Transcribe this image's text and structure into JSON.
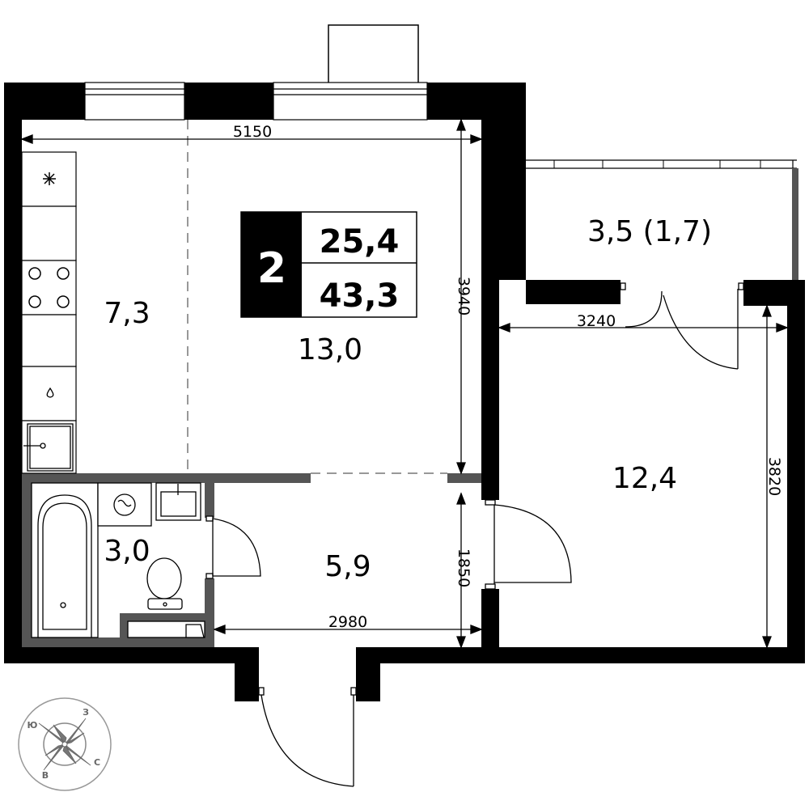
{
  "badge": {
    "rooms": "2",
    "living_area": "25,4",
    "total_area": "43,3"
  },
  "rooms": {
    "kitchen": "7,3",
    "living": "13,0",
    "balcony": "3,5 (1,7)",
    "bedroom": "12,4",
    "bathroom": "3,0",
    "hall": "5,9"
  },
  "dimensions": {
    "living_width": "5150",
    "living_height": "3940",
    "bedroom_width": "3240",
    "bedroom_height": "3820",
    "hall_height": "1850",
    "hall_width": "2980"
  },
  "compass": {
    "n": "З",
    "w": "Ю",
    "e": "С",
    "s": "В"
  }
}
